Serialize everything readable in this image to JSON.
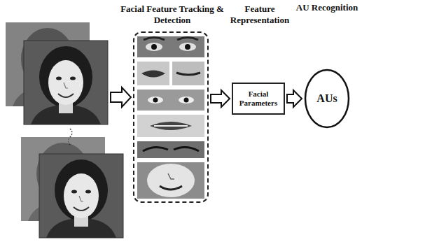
{
  "diagram": {
    "nodes": [
      {
        "text": [
          "Facial Feature Tracking & Detection"
        ]
      },
      {
        "text": [
          "Feature Representation",
          "Facial Parameters"
        ]
      },
      {
        "text": [
          "AU Recognition",
          "AUs"
        ]
      }
    ],
    "edges": [
      {
        "from": 0,
        "to": 1,
        "arrow": "to"
      },
      {
        "from": 1,
        "to": 2,
        "arrow": "to"
      }
    ]
  }
}
